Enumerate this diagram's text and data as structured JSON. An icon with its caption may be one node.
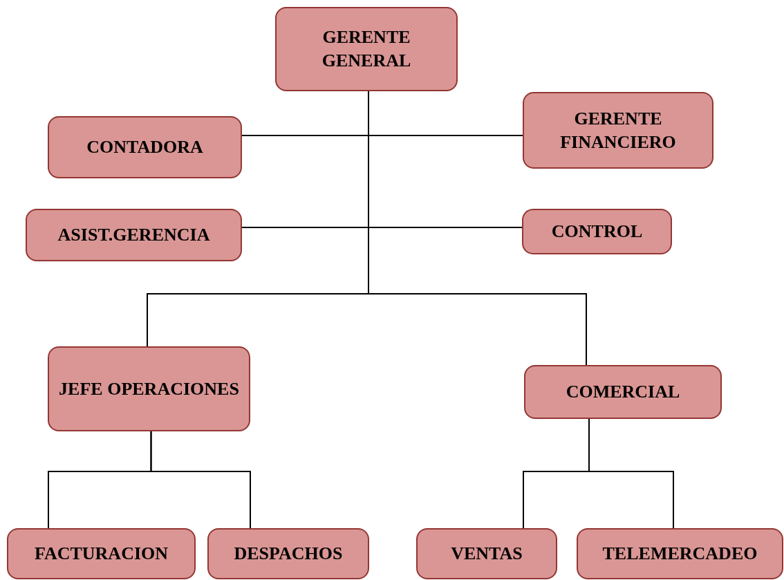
{
  "diagram": {
    "nodes": [
      {
        "text": [
          "GERENTE GENERAL"
        ]
      },
      {
        "text": [
          "CONTADORA"
        ]
      },
      {
        "text": [
          "GERENTE FINANCIERO"
        ]
      },
      {
        "text": [
          "ASIST.GERENCIA"
        ]
      },
      {
        "text": [
          "CONTROL"
        ]
      },
      {
        "text": [
          "JEFE OPERACIONES"
        ]
      },
      {
        "text": [
          "COMERCIAL"
        ]
      },
      {
        "text": [
          "FACTURACION"
        ]
      },
      {
        "text": [
          "DESPACHOS"
        ]
      },
      {
        "text": [
          "VENTAS"
        ]
      },
      {
        "text": [
          "TELEMERCADEO"
        ]
      }
    ],
    "edges": [
      {
        "from": 0,
        "to": 1,
        "arrow": "none"
      },
      {
        "from": 0,
        "to": 2,
        "arrow": "none"
      },
      {
        "from": 0,
        "to": 3,
        "arrow": "none"
      },
      {
        "from": 0,
        "to": 4,
        "arrow": "none"
      },
      {
        "from": 0,
        "to": 5,
        "arrow": "none"
      },
      {
        "from": 0,
        "to": 6,
        "arrow": "none"
      },
      {
        "from": 5,
        "to": 7,
        "arrow": "none"
      },
      {
        "from": 5,
        "to": 8,
        "arrow": "none"
      },
      {
        "from": 6,
        "to": 9,
        "arrow": "none"
      },
      {
        "from": 6,
        "to": 10,
        "arrow": "none"
      }
    ]
  }
}
